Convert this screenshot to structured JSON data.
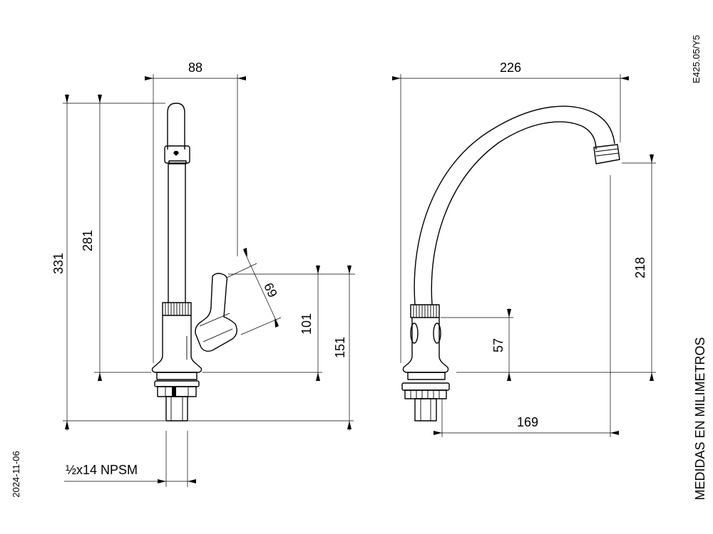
{
  "drawing_code": "E425.05/Y5",
  "units_note": "MEDIDAS EN MILIMETROS",
  "date": "2024-11-06",
  "thread_spec": "½x14 NPSM",
  "front_view": {
    "width_88": "88",
    "height_331": "331",
    "height_281": "281",
    "handle_69": "69",
    "lever_101": "101",
    "lever_151": "151"
  },
  "side_view": {
    "reach_226": "226",
    "spout_height_218": "218",
    "body_57": "57",
    "projection_169": "169"
  }
}
